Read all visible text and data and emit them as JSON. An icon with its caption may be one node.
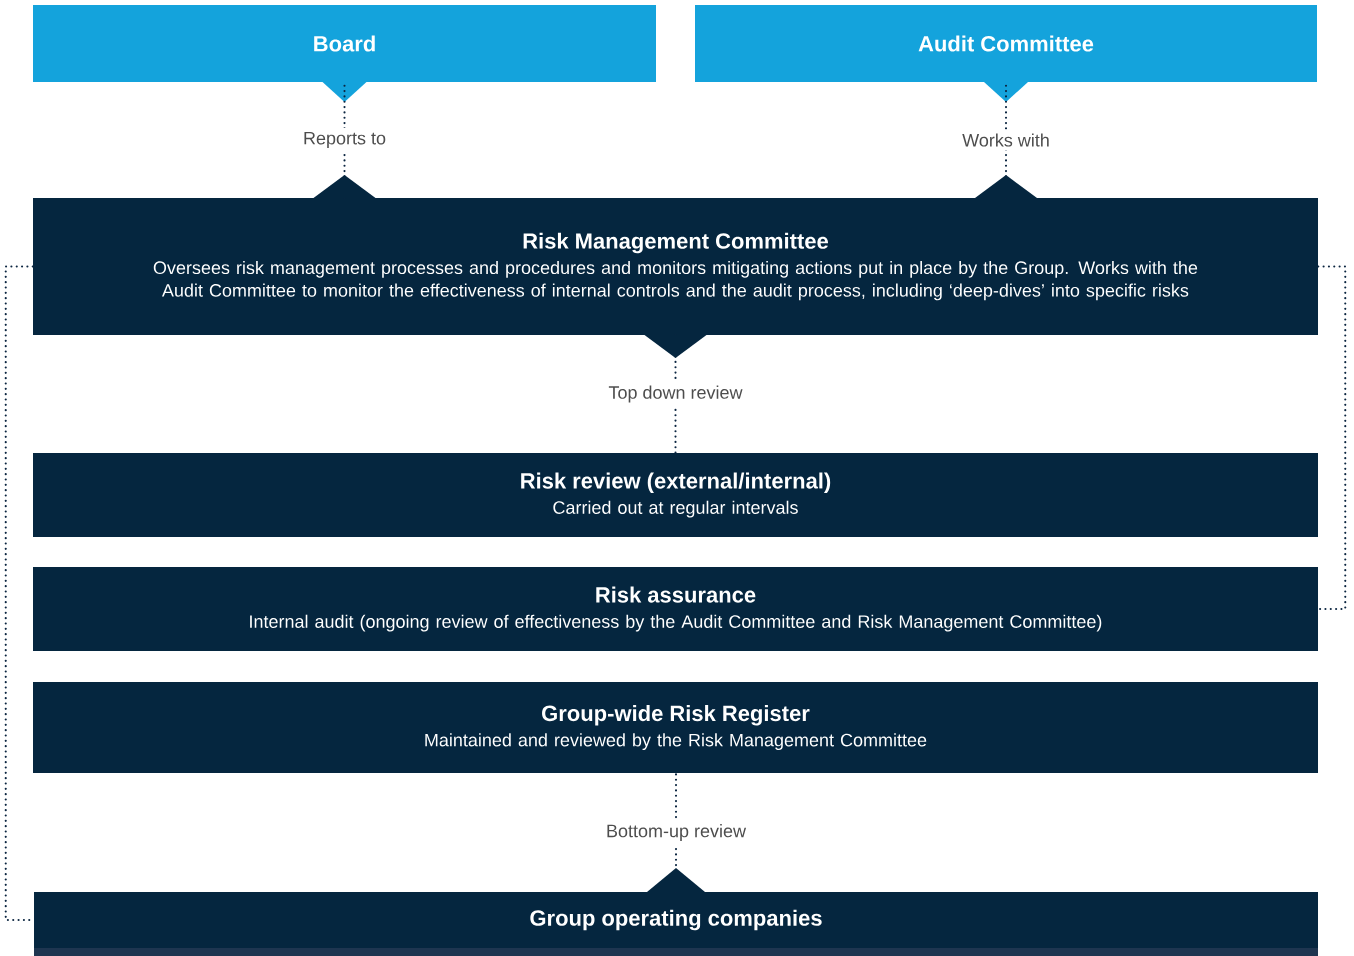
{
  "diagram": {
    "nodes": [
      {
        "text": [
          "Board"
        ]
      },
      {
        "text": [
          "Audit Committee"
        ]
      },
      {
        "text": [
          "Risk Management Committee",
          "Oversees risk management processes and procedures and monitors mitigating actions put in place by the Group. Works with the Audit Committee to monitor the effectiveness of internal controls and the audit process, including ‘deep-dives’ into specific risks"
        ]
      },
      {
        "text": [
          "Risk review (external/internal)",
          "Carried out at regular intervals"
        ]
      },
      {
        "text": [
          "Risk assurance",
          "Internal audit (ongoing review of effectiveness by the Audit Committee and Risk Management Committee)"
        ]
      },
      {
        "text": [
          "Group-wide Risk Register",
          "Maintained and reviewed by the Risk Management Committee"
        ]
      },
      {
        "text": [
          "Group operating companies"
        ]
      }
    ],
    "edges": [
      {
        "from": 2,
        "to": 0,
        "arrow": "to",
        "label": "Reports to"
      },
      {
        "from": 2,
        "to": 1,
        "arrow": "to",
        "label": "Works with"
      },
      {
        "from": 2,
        "to": 3,
        "arrow": "to",
        "label": "Top down review"
      },
      {
        "from": 6,
        "to": 5,
        "arrow": "to",
        "label": "Bottom-up review"
      },
      {
        "from": 2,
        "to": 6,
        "arrow": "none"
      },
      {
        "from": 2,
        "to": 4,
        "arrow": "none"
      }
    ]
  }
}
